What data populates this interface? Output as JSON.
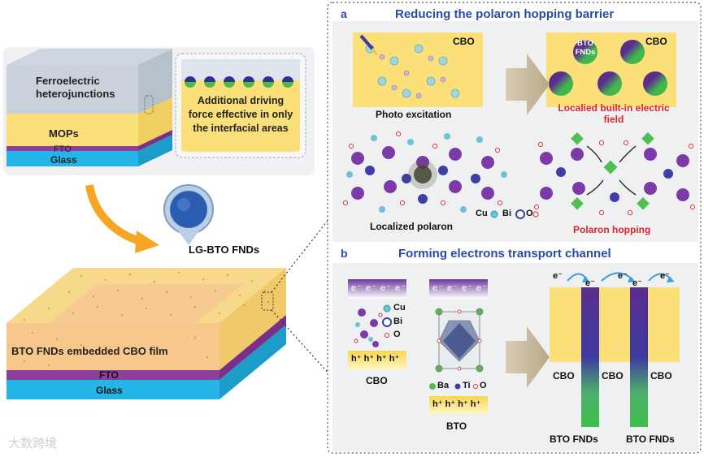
{
  "left": {
    "top_stack": {
      "ferro_label": "Ferroelectric heterojunctions",
      "mops": "MOPs",
      "fto": "FTO",
      "glass": "Glass",
      "callout_text": "Additional driving force effective in only the interfacial areas"
    },
    "lg_bto_label": "LG-BTO FNDs",
    "bottom_stack": {
      "film_label": "BTO FNDs embedded CBO film",
      "fto": "FTO",
      "glass": "Glass"
    },
    "watermark": "大数跨境"
  },
  "panel_a": {
    "letter": "a",
    "title": "Reducing the polaron hopping barrier",
    "cbo_left": "CBO",
    "cbo_right": "CBO",
    "bto_fnds": "BTO FNDs",
    "photo_excitation": "Photo excitation",
    "field_label": "Localied built-in electric field",
    "localized_polaron": "Localized polaron",
    "polaron_hopping": "Polaron hopping",
    "legend": {
      "cu": "Cu",
      "bi": "Bi",
      "o": "O"
    }
  },
  "panel_b": {
    "letter": "b",
    "title": "Forming electrons transport channel",
    "electrons": "e⁻ e⁻ e⁻ e⁻",
    "holes": "h⁺ h⁺ h⁺ h⁺",
    "cbo_legend": {
      "cu": "Cu",
      "bi": "Bi",
      "o": "O"
    },
    "cbo_label": "CBO",
    "bto_legend": {
      "ba": "Ba",
      "ti": "Ti",
      "o": "O"
    },
    "bto_label": "BTO",
    "e_minus": "e⁻",
    "channel_cbo": [
      "CBO",
      "CBO",
      "CBO"
    ],
    "channel_bto": [
      "BTO FNDs",
      "BTO FNDs"
    ]
  },
  "colors": {
    "cbo_yellow": "#fbe07a",
    "fto_purple": "#8e3f9c",
    "glass_blue": "#1fb3e6",
    "title_blue": "#2b4aa8",
    "red_label": "#e0232a",
    "ferro_grey": "#c9d3dc"
  }
}
